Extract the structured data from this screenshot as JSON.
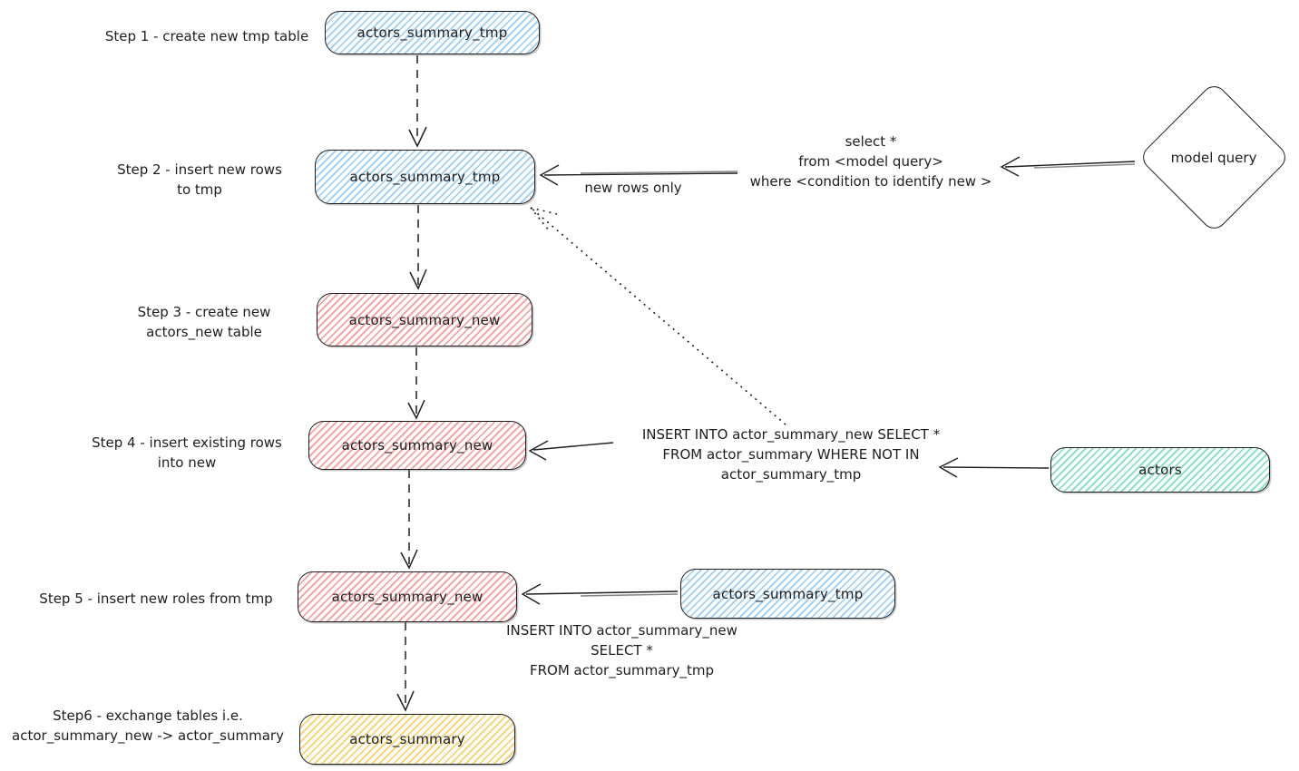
{
  "colors": {
    "stroke": "#1e1e1e",
    "blue_fill": "#a8d2f2",
    "pink_fill": "#f2a6a6",
    "green_fill": "#8ee0c4",
    "yellow_fill": "#f6d57c",
    "background": "#ffffff"
  },
  "steps": [
    {
      "label": "Step 1 - create new tmp table",
      "node_label": "actors_summary_tmp",
      "color": "blue"
    },
    {
      "label": "Step 2 - insert new rows\nto tmp",
      "node_label": "actors_summary_tmp",
      "color": "blue"
    },
    {
      "label": "Step 3 - create new\nactors_new table",
      "node_label": "actors_summary_new",
      "color": "pink"
    },
    {
      "label": "Step 4 - insert existing rows\ninto new",
      "node_label": "actors_summary_new",
      "color": "pink"
    },
    {
      "label": "Step 5 - insert new roles from tmp",
      "node_label": "actors_summary_new",
      "color": "pink"
    },
    {
      "label": "Step6 - exchange tables i.e.\nactor_summary_new -> actor_summary",
      "node_label": "actors_summary",
      "color": "yellow"
    }
  ],
  "side_nodes": {
    "model_query": "model query",
    "actors": "actors",
    "tmp_source": "actors_summary_tmp"
  },
  "annotations": {
    "select_query": "select *\nfrom <model query>\nwhere <condition to identify new >",
    "new_rows_only": "new rows only",
    "insert_not_in": "INSERT INTO actor_summary_new SELECT *\nFROM actor_summary WHERE NOT IN\nactor_summary_tmp",
    "insert_from_tmp": "INSERT INTO actor_summary_new\nSELECT *\nFROM actor_summary_tmp"
  }
}
